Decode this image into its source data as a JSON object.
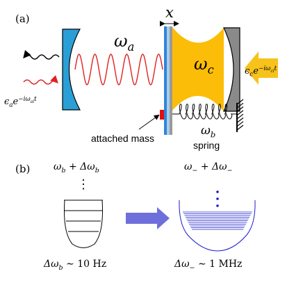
{
  "panel_a": {
    "label": "(a)",
    "x_symbol": "x",
    "omega_a": {
      "base": "ω",
      "sub": "a"
    },
    "omega_c": {
      "base": "ω",
      "sub": "c"
    },
    "omega_b": {
      "base": "ω",
      "sub": "b"
    },
    "drive_a": {
      "base": "ϵ",
      "sub": "a",
      "exp_pre": "e",
      "exp": "−iω",
      "exp_sub": "ai",
      "exp_post": "t"
    },
    "drive_c": {
      "base": "ϵ",
      "sub": "c",
      "exp_pre": "e",
      "exp": "−iω",
      "exp_sub": "ci",
      "exp_post": "t"
    },
    "attached_mass": "attached mass",
    "spring": "spring"
  },
  "panel_b": {
    "label": "(b)",
    "left_top": {
      "w": "ω",
      "w_sub": "b",
      "plus": " + Δω",
      "d_sub": "b"
    },
    "right_top": {
      "w": "ω",
      "w_sub": "−",
      "plus": " + Δω",
      "d_sub": "−"
    },
    "left_bottom": {
      "pre": "Δω",
      "sub": "b",
      "post": " ∼ 10 Hz"
    },
    "right_bottom": {
      "pre": "Δω",
      "sub": "−",
      "post": " ∼ 1 MHz"
    },
    "left_dots": "⋮"
  },
  "colors": {
    "left_mirror": "#2a9fd6",
    "right_mirror": "#8a8a8a",
    "membrane_blue": "#2f86d8",
    "membrane_light": "#a9cde8",
    "membrane_gray": "#9a9a9a",
    "cavity_fill": "#fbbd08",
    "arrow_yellow": "#f7c21b",
    "wave_red": "#e02020",
    "mass_red": "#e01010",
    "levels_blue": "#1a1acc",
    "big_arrow": "#6f6fdc"
  }
}
